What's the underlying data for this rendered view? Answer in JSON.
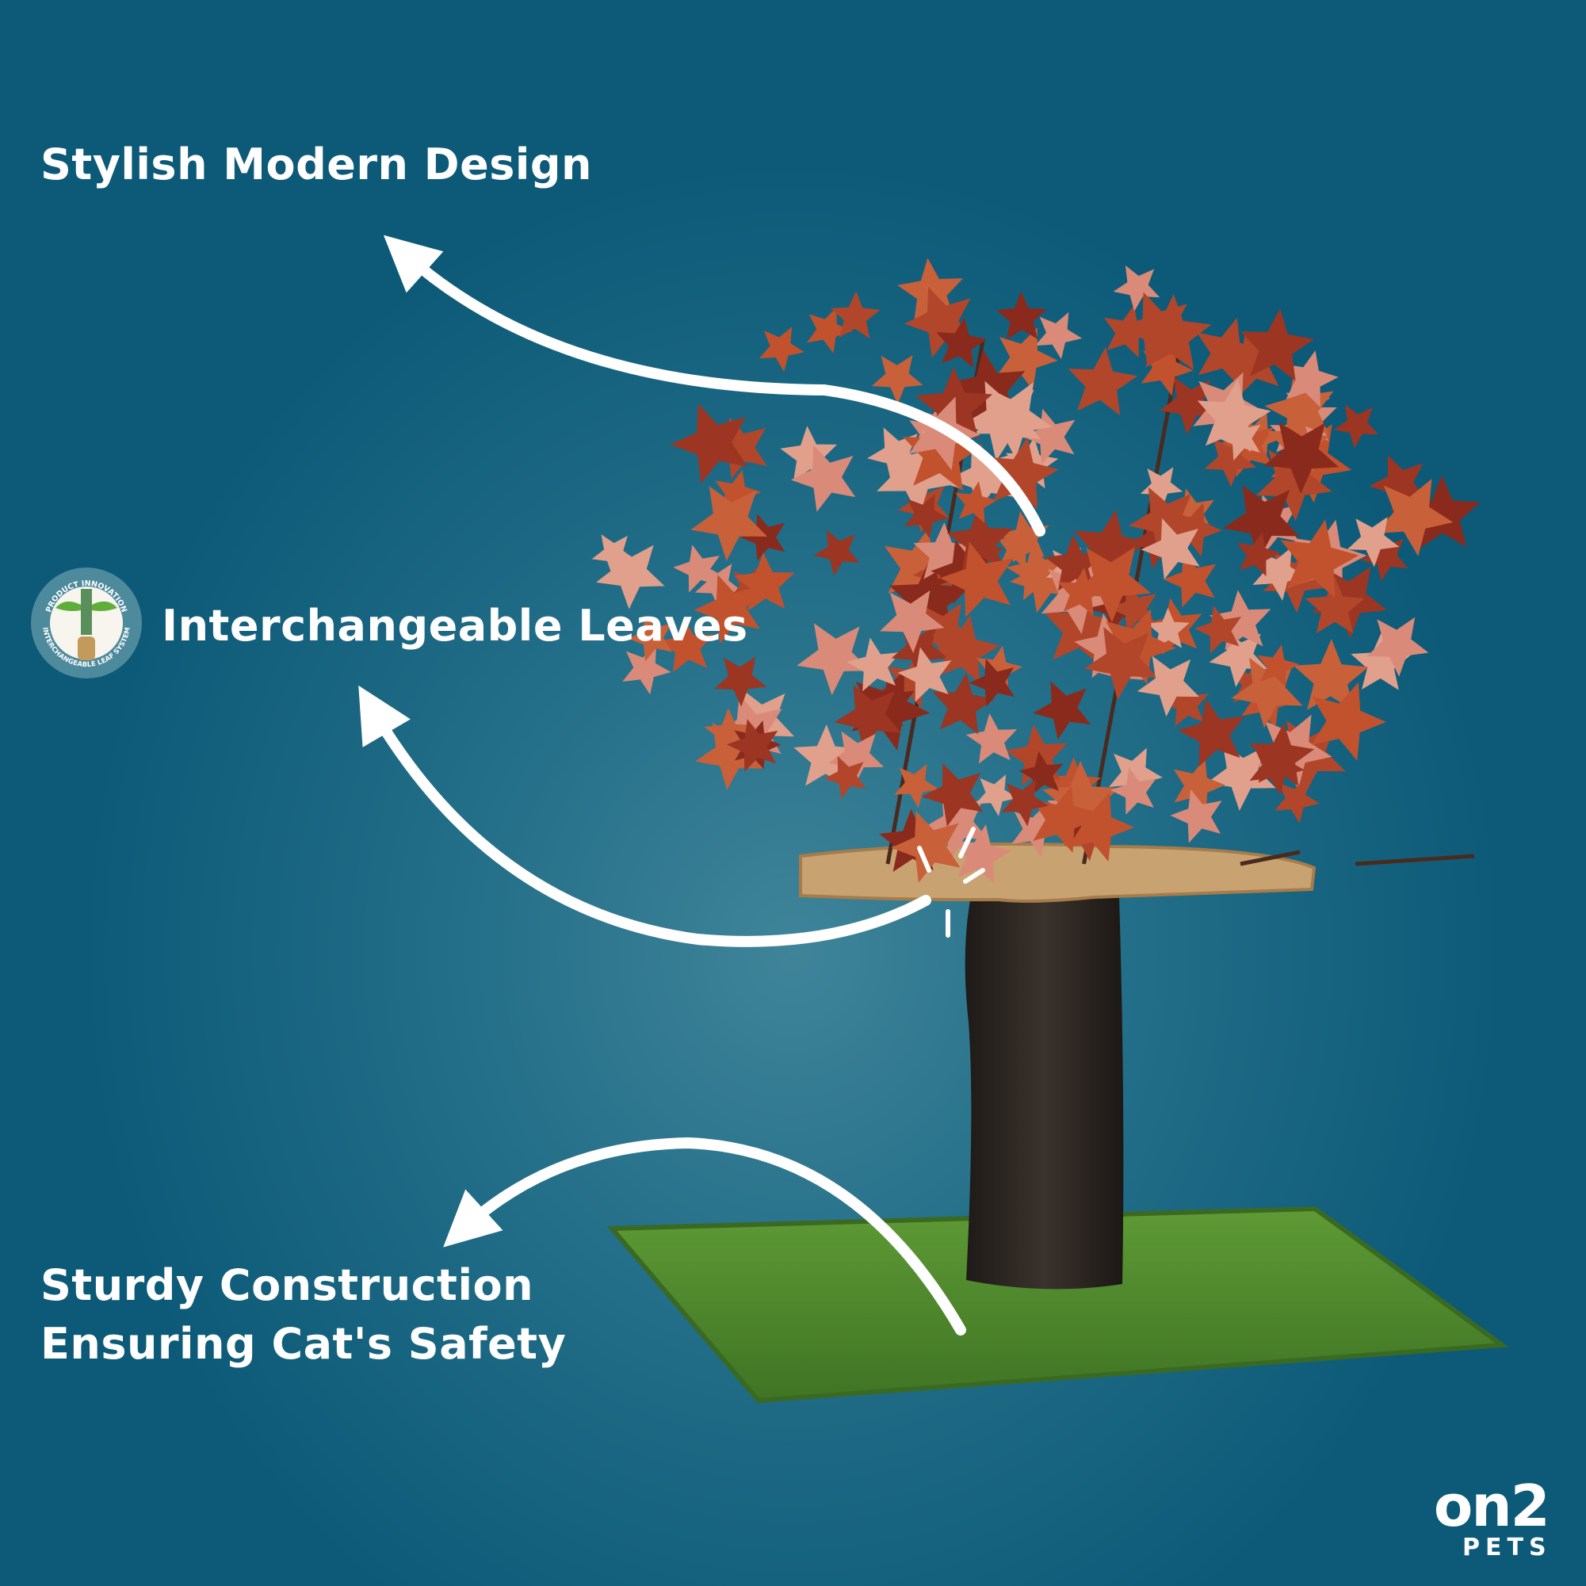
{
  "features": {
    "design": "Stylish Modern Design",
    "leaves": "Interchangeable Leaves",
    "construction_line1": "Sturdy Construction",
    "construction_line2": "Ensuring Cat's Safety"
  },
  "badge": {
    "top_text": "PRODUCT INNOVATION",
    "bottom_text": "INTERCHANGEABLE LEAF SYSTEM"
  },
  "brand": {
    "name": "on2",
    "sub": "PETS"
  },
  "colors": {
    "background": "#0c5a78",
    "accent_text": "#ffffff",
    "leaf": "#b2462a",
    "grass": "#4f8a2c",
    "trunk": "#2a2420"
  }
}
